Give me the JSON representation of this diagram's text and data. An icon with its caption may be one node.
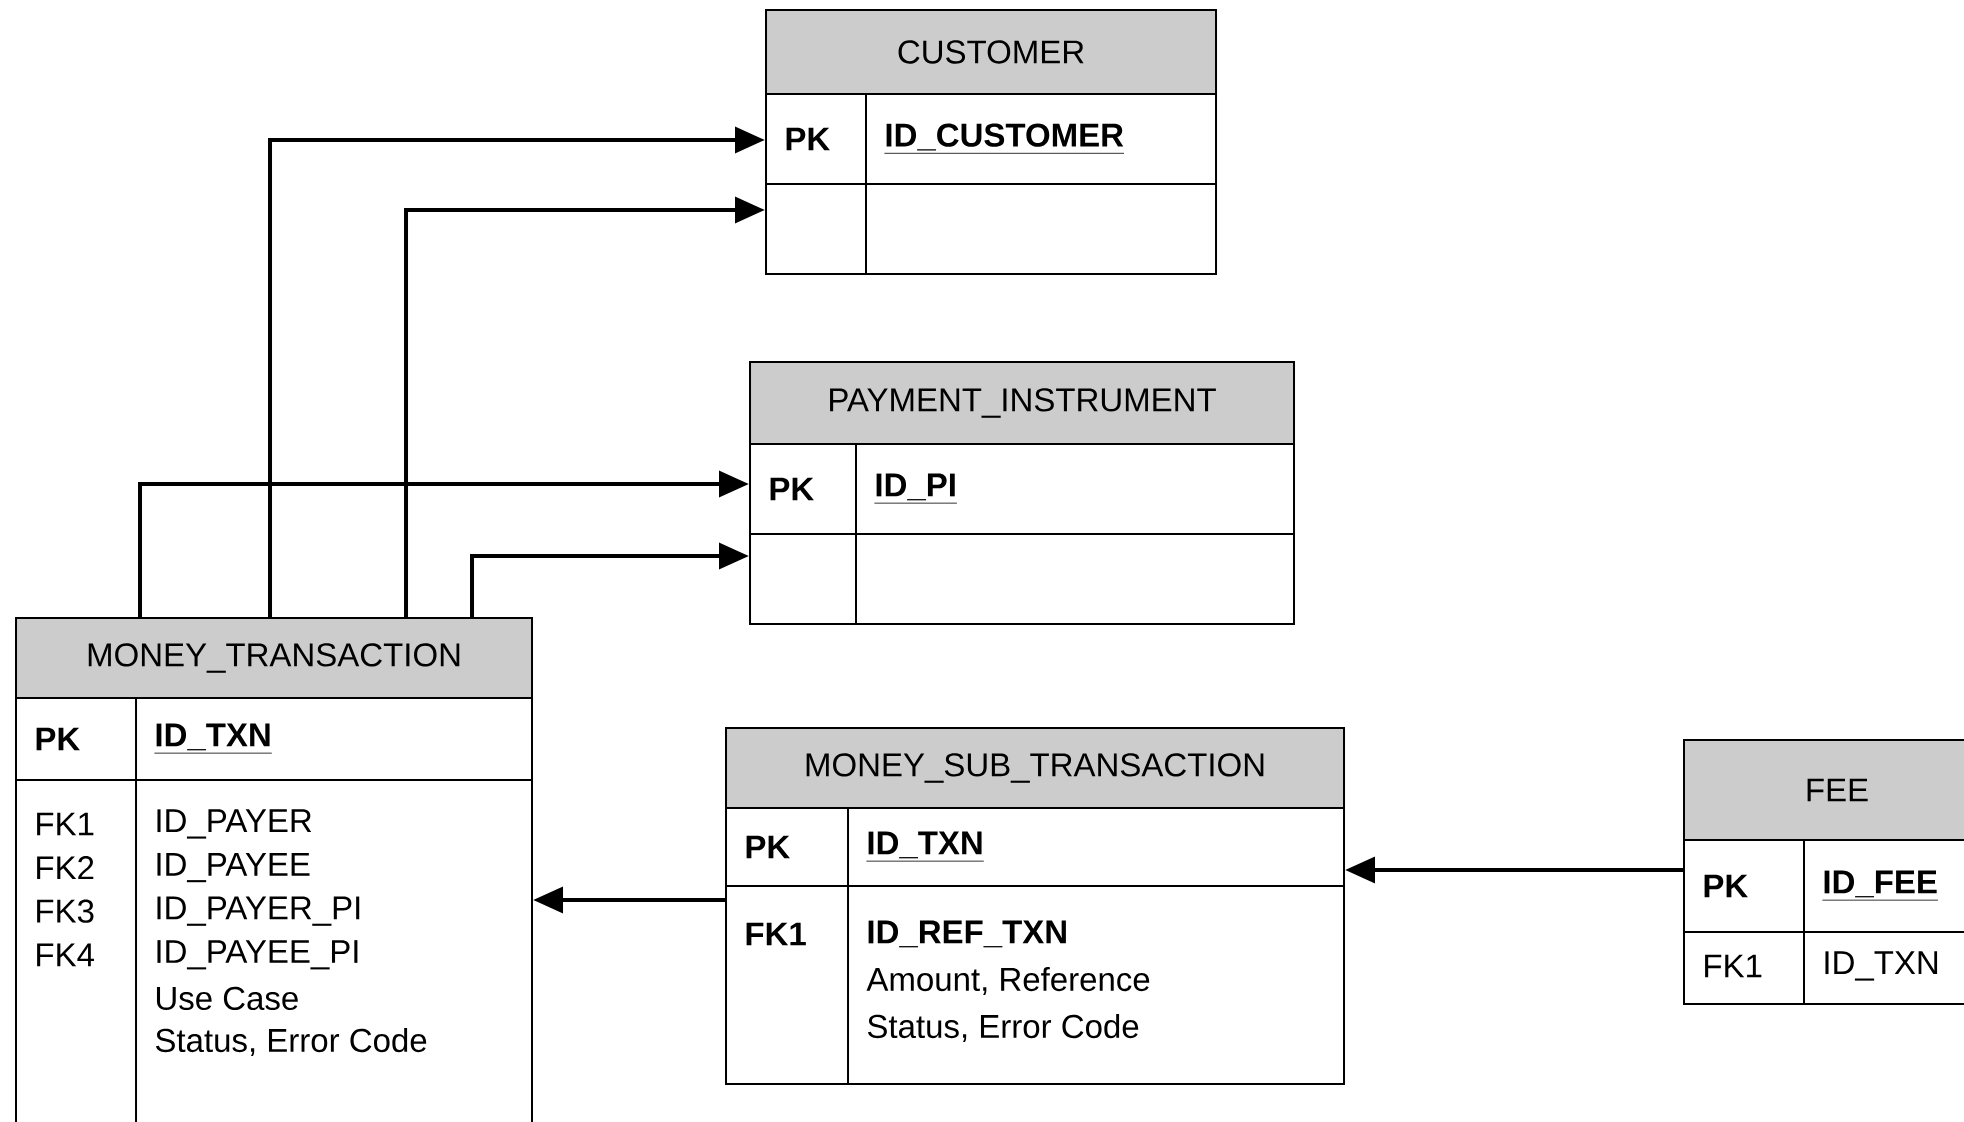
{
  "diagram": {
    "nodes": [
      {
        "text": [
          "CUSTOMER",
          "PK",
          "ID_CUSTOMER"
        ]
      },
      {
        "text": [
          "PAYMENT_INSTRUMENT",
          "PK",
          "ID_PI"
        ]
      },
      {
        "text": [
          "MONEY_TRANSACTION",
          "PK",
          "ID_TXN",
          "FK1",
          "FK2",
          "FK3",
          "FK4",
          "ID_PAYER",
          "ID_PAYEE",
          "ID_PAYER_PI",
          "ID_PAYEE_PI",
          "Use Case",
          "Status, Error Code"
        ]
      },
      {
        "text": [
          "MONEY_SUB_TRANSACTION",
          "PK",
          "ID_TXN",
          "FK1",
          "ID_REF_TXN",
          "Amount, Reference",
          "Status, Error Code"
        ]
      },
      {
        "text": [
          "FEE",
          "PK",
          "ID_FEE",
          "FK1",
          "ID_TXN"
        ]
      }
    ],
    "edges": [
      {
        "from": 2,
        "to": 0,
        "arrow": "to"
      },
      {
        "from": 2,
        "to": 0,
        "arrow": "to"
      },
      {
        "from": 2,
        "to": 1,
        "arrow": "to"
      },
      {
        "from": 2,
        "to": 1,
        "arrow": "to"
      },
      {
        "from": 3,
        "to": 2,
        "arrow": "to"
      },
      {
        "from": 4,
        "to": 3,
        "arrow": "to"
      }
    ]
  }
}
